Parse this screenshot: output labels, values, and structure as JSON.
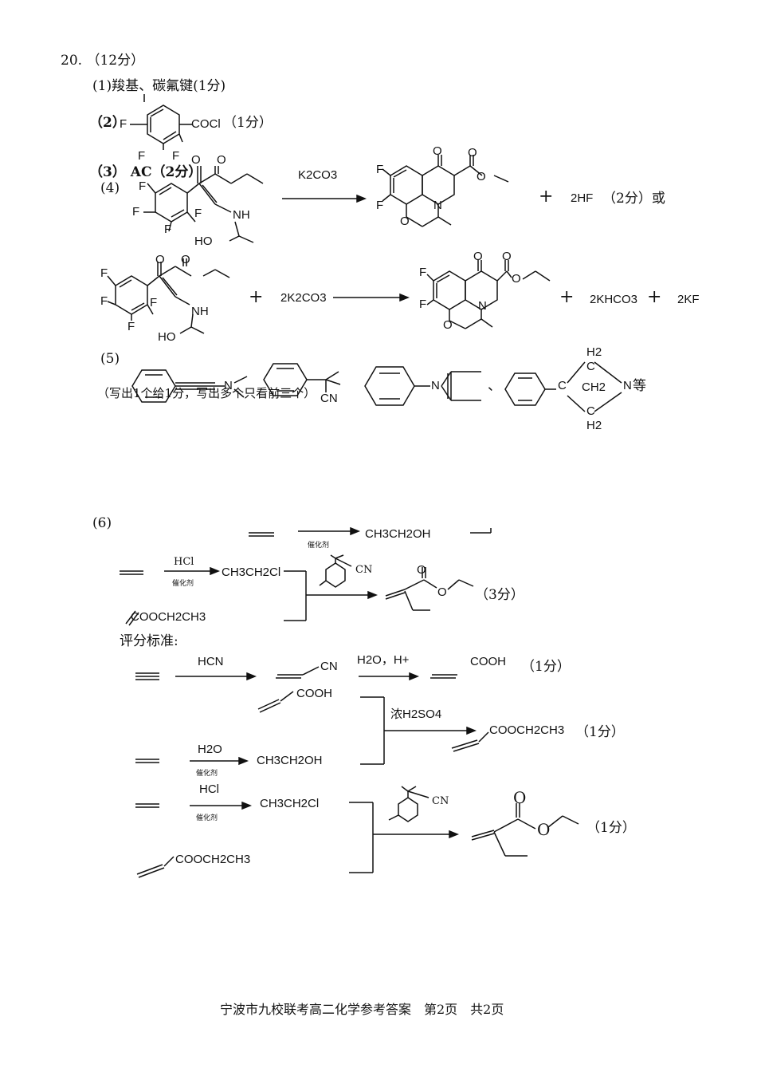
{
  "question": {
    "number": "20.",
    "points": "（12分）"
  },
  "part1": {
    "label": "(1)",
    "text": "羧基、碳氟键",
    "score": "(1分)"
  },
  "part2": {
    "label": "（2）",
    "formula": "COCl",
    "score": "（1分）",
    "fluorine": "F"
  },
  "part3": {
    "label": "（3）",
    "answer": "AC",
    "score": "（2分）"
  },
  "part4": {
    "label": "(4)",
    "reagent1": "K2CO3",
    "plus": "+",
    "byproduct1": "2HF",
    "score": "（2分）",
    "or": "或",
    "reagent2": "2K2CO3",
    "byproduct2a": "2KHCO3",
    "byproduct2b": "2KF",
    "atoms": {
      "F": "F",
      "N": "N",
      "O": "O",
      "NH": "NH",
      "HO": "HO"
    }
  },
  "part5": {
    "label": "(5)",
    "note": "（写出1个给1分，写出多个只看前三个）",
    "sep": "、",
    "end": "等",
    "atoms": {
      "N": "N",
      "CN": "CN",
      "C": "C",
      "CH2": "CH2",
      "H2": "H2"
    }
  },
  "part6": {
    "label": "(6)",
    "top_partial": "CH3CH2OH",
    "hcl": "HCl",
    "catalyst": "催化剂",
    "ethyl_chloride": "CH3CH2Cl",
    "ester": "COOCH2CH3",
    "score3": "（3分）",
    "cn_label": "CN",
    "o_label": "O"
  },
  "grading": {
    "title": "评分标准:",
    "hcn": "HCN",
    "cn": "CN",
    "h2o_h": "H2O，H+",
    "cooh": "COOH",
    "score1": "（1分）",
    "conc_h2so4": "浓H2SO4",
    "ester": "COOCH2CH3",
    "h2o": "H2O",
    "catalyst": "催化剂",
    "ethanol": "CH3CH2OH",
    "hcl": "HCl",
    "ethyl_chloride": "CH3CH2Cl",
    "o_label": "O"
  },
  "footer": "宁波市九校联考高二化学参考答案　第2页　共2页"
}
